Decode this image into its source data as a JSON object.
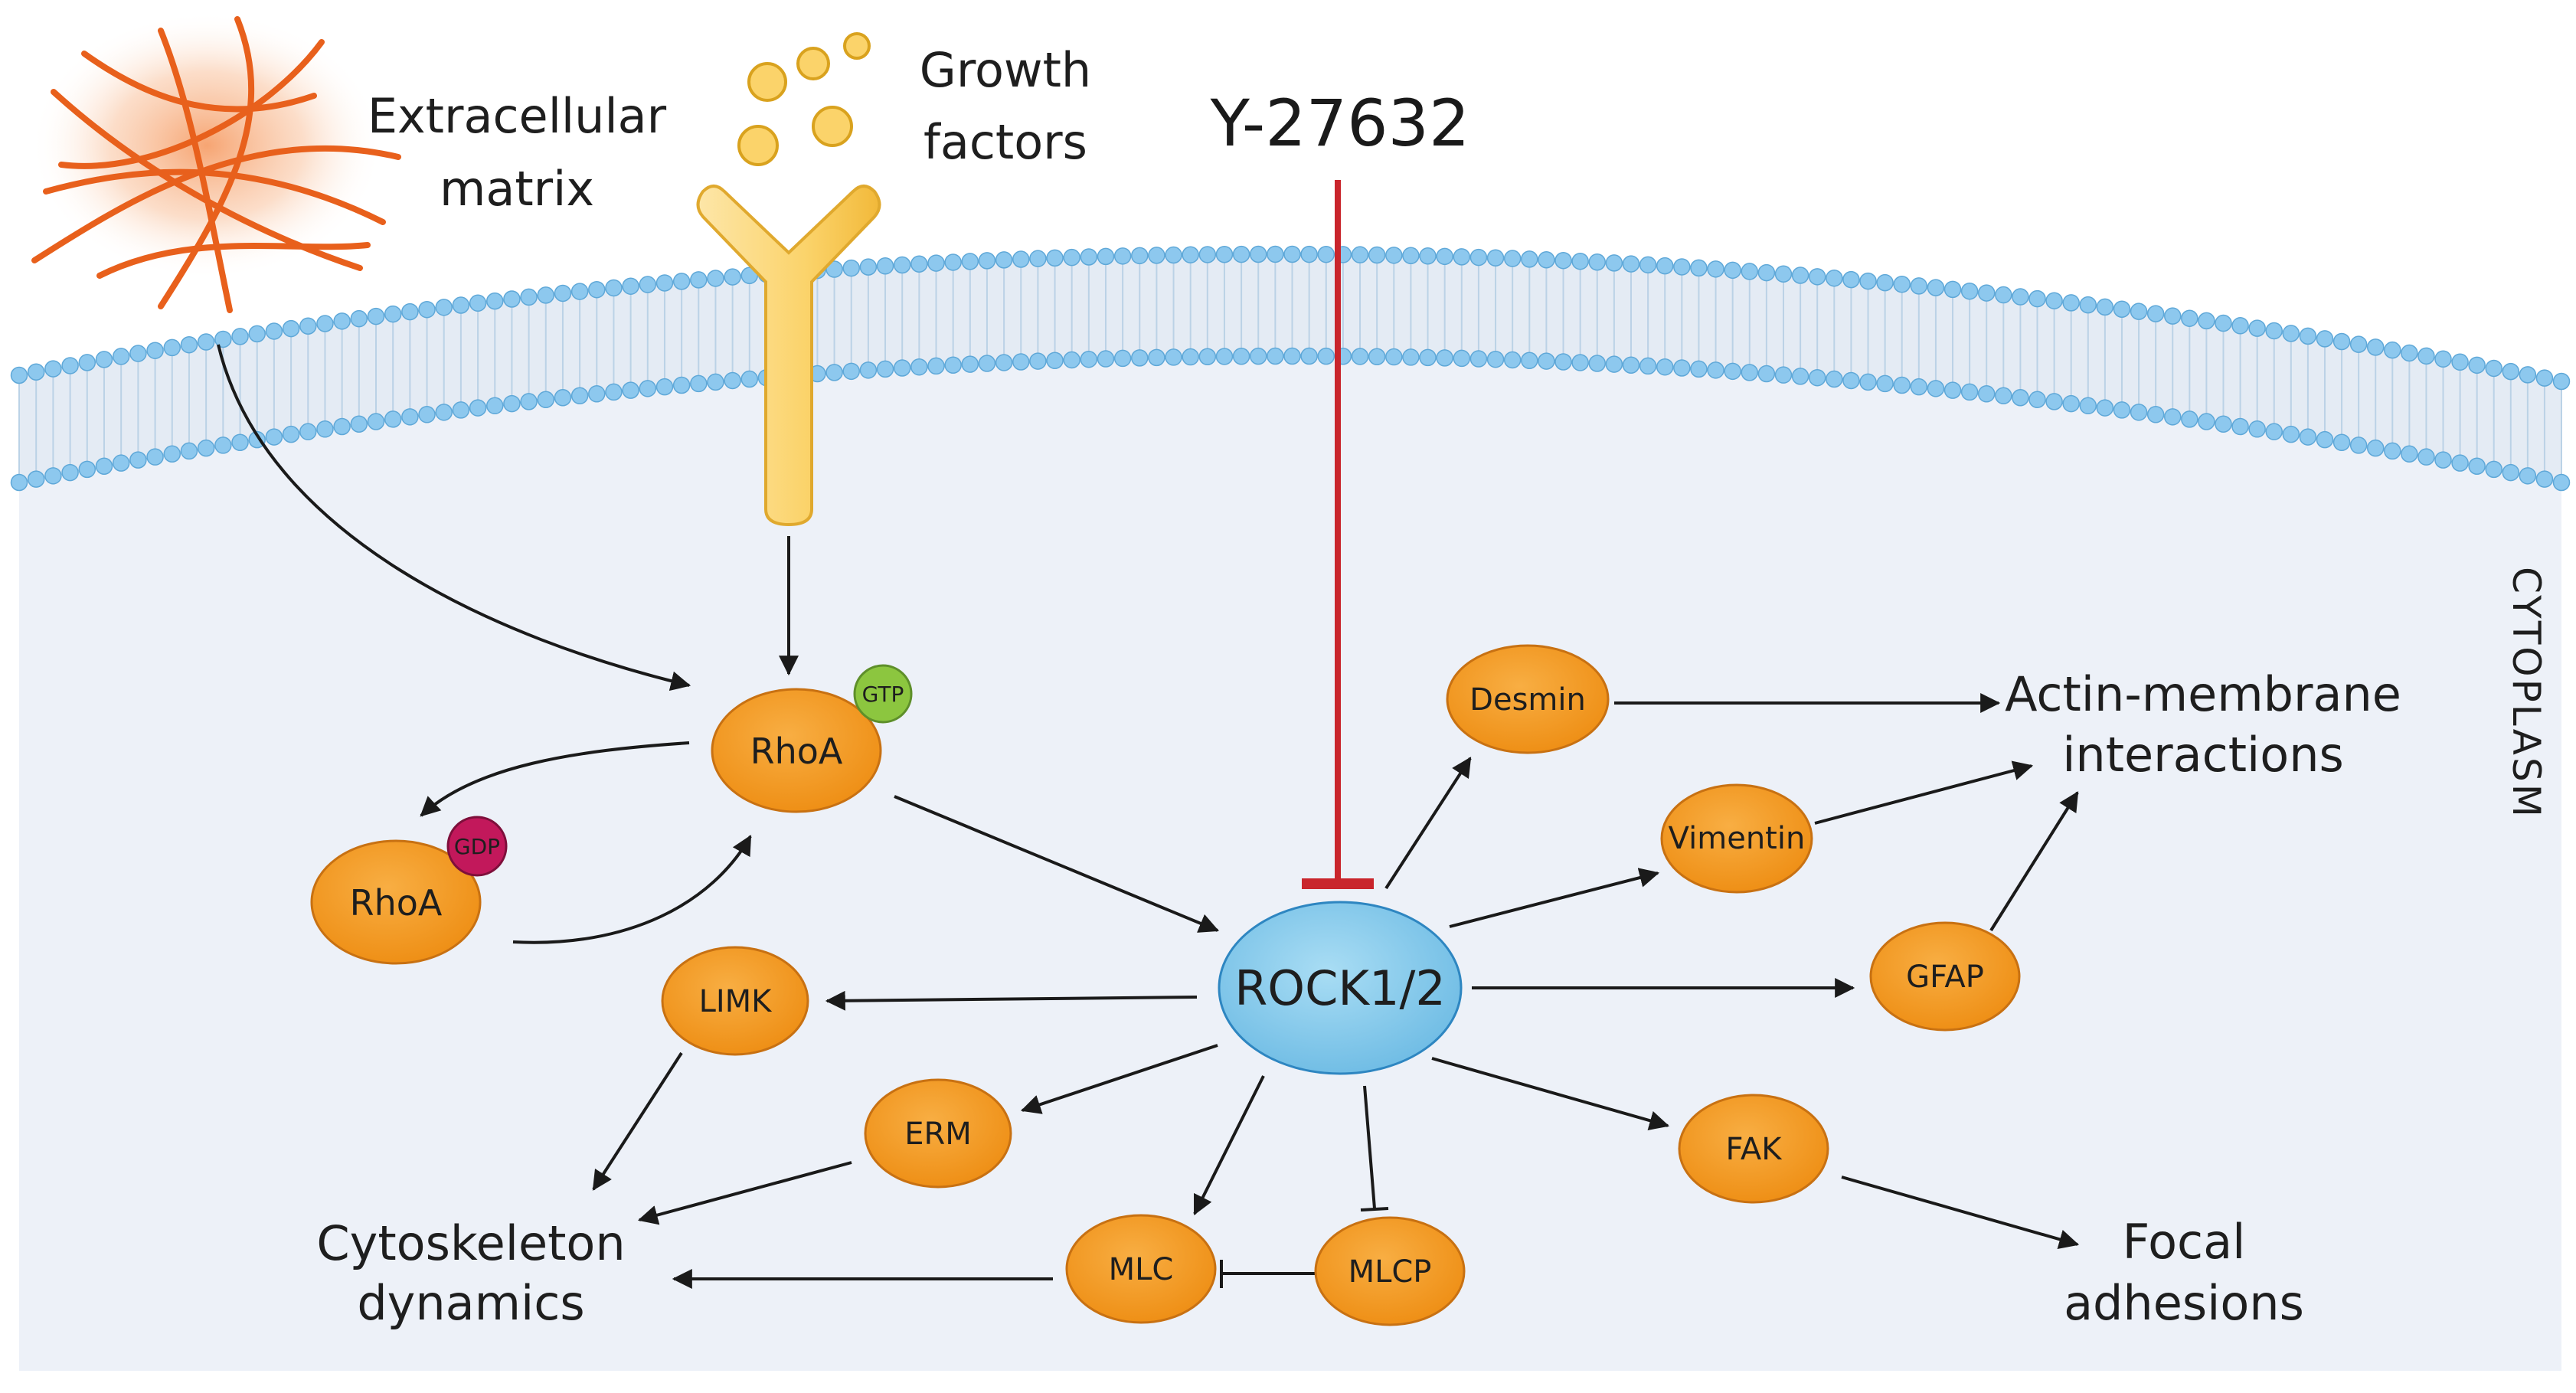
{
  "inhibitor": "Y-27632",
  "compartment_label": "CYTOPLASM",
  "inputs": {
    "ecm_line1": "Extracellular",
    "ecm_line2": "matrix",
    "gf_line1": "Growth",
    "gf_line2": "factors"
  },
  "nodes": {
    "rhoa_gtp": "RhoA",
    "rhoa_gdp": "RhoA",
    "rock": "ROCK1/2",
    "limk": "LIMK",
    "erm": "ERM",
    "mlc": "MLC",
    "mlcp": "MLCP",
    "fak": "FAK",
    "desmin": "Desmin",
    "vimentin": "Vimentin",
    "gfap": "GFAP"
  },
  "badges": {
    "gtp": "GTP",
    "gdp": "GDP"
  },
  "outcomes": {
    "actin_line1": "Actin-membrane",
    "actin_line2": "interactions",
    "cyto_line1": "Cytoskeleton",
    "cyto_line2": "dynamics",
    "focal_line1": "Focal",
    "focal_line2": "adhesions"
  },
  "colors": {
    "node_fill": "#F39A1E",
    "node_stroke": "#C87112",
    "rock_fill": "#7EC8EA",
    "rock_stroke": "#2E86C1",
    "inhibitor_line": "#C9252C",
    "membrane_bead": "#8DC8EE",
    "cytoplasm": "#EDF1F8",
    "ecm_fiber": "#E8601C",
    "receptor": "#FBD36A",
    "gtp_badge": "#8CC63F",
    "gdp_badge": "#C2185B",
    "arrow": "#1a1a1a"
  }
}
